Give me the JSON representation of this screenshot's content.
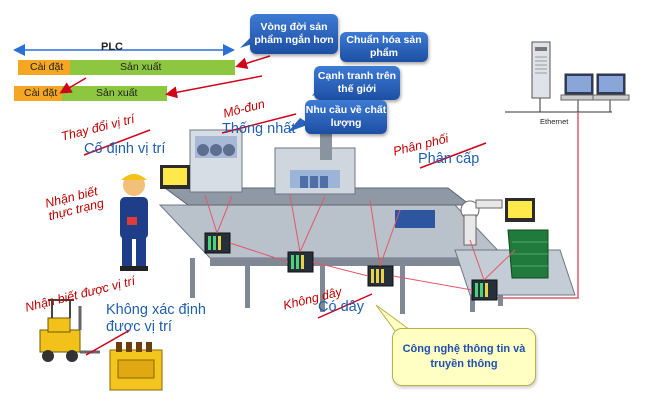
{
  "plc": {
    "label": "PLC"
  },
  "bar1": {
    "setup": "Cài đặt",
    "production": "Sản xuất"
  },
  "bar2": {
    "setup": "Cài đặt",
    "production": "Sản xuất"
  },
  "bubbles": [
    {
      "text": "Vòng đời sản phẩm ngắn hơn"
    },
    {
      "text": "Chuẩn hóa sản phẩm"
    },
    {
      "text": "Cạnh tranh trên thế giới"
    },
    {
      "text": "Nhu cầu về chất lượng"
    }
  ],
  "labels": {
    "modun": "Mô-đun",
    "thong_nhat": "Thống nhất",
    "thay_doi_vi_tri": "Thay đổi vị trí",
    "co_dinh_vi_tri": "Cố định vị trí",
    "phan_phoi": "Phân phối",
    "phan_cap": "Phân cấp",
    "nhan_biet_thuc_trang": "Nhận biết thực trạng",
    "nhan_biet_vi_tri": "Nhận biết được vị trí",
    "khong_xac_dinh": "Không xác định được vị trí",
    "khong_day": "Không dây",
    "co_day": "Có dây",
    "ethernet": "Ethernet"
  },
  "info_box": {
    "text": "Công nghệ thông tin và truyền thông"
  },
  "colors": {
    "accent_red": "#c00000",
    "accent_blue": "#1f5fb0",
    "bubble_blue": "#2a62bd",
    "setup_orange": "#f5a623",
    "production_green": "#8dc63f",
    "info_box_fill": "#ffffc4"
  }
}
